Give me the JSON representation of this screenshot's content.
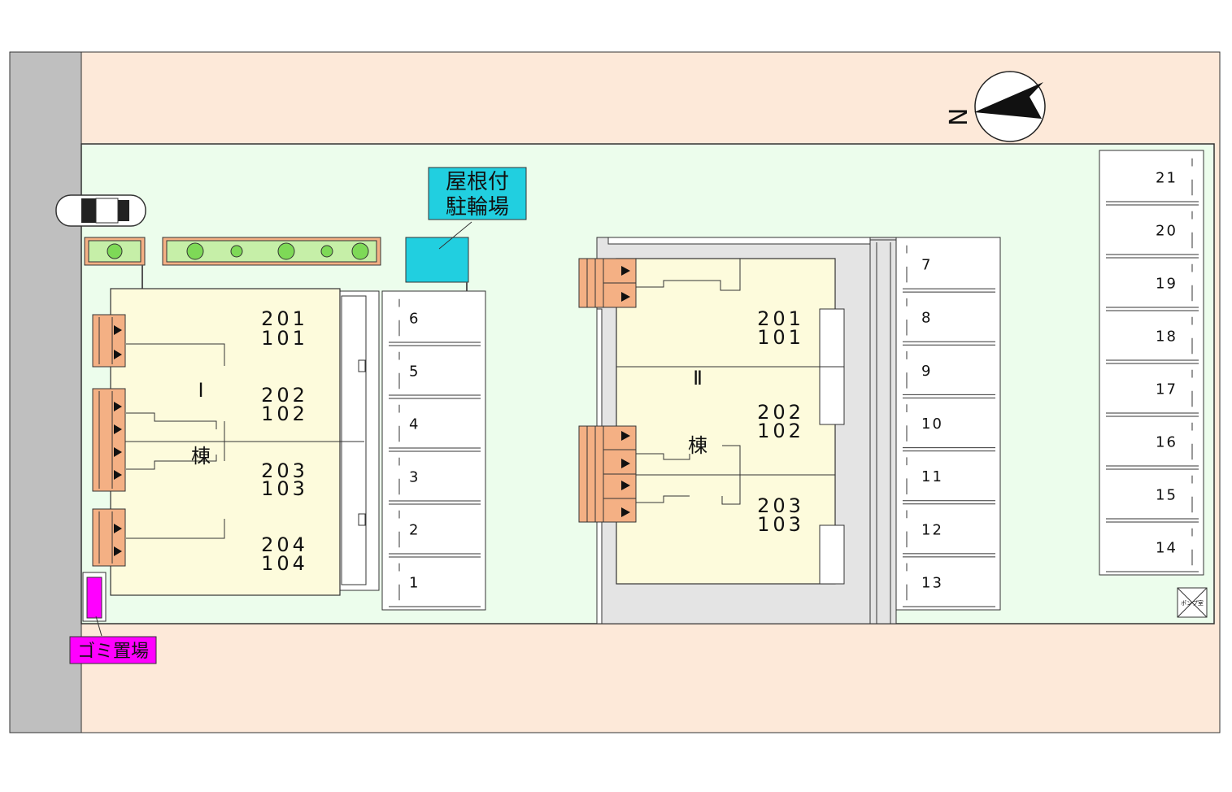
{
  "compass": {
    "label": "N"
  },
  "bike_parking": {
    "line1": "屋根付",
    "line2": "駐輪場"
  },
  "garbage": {
    "label": "ゴミ置場"
  },
  "pump": {
    "label": "ポンプ室"
  },
  "building1": {
    "roman": "Ⅰ",
    "suffix": "棟",
    "units": [
      {
        "upper": "201",
        "lower": "101"
      },
      {
        "upper": "202",
        "lower": "102"
      },
      {
        "upper": "203",
        "lower": "103"
      },
      {
        "upper": "204",
        "lower": "104"
      }
    ]
  },
  "building2": {
    "roman": "Ⅱ",
    "suffix": "棟",
    "units": [
      {
        "upper": "201",
        "lower": "101"
      },
      {
        "upper": "202",
        "lower": "102"
      },
      {
        "upper": "203",
        "lower": "103"
      }
    ]
  },
  "parking_a": [
    "6",
    "5",
    "4",
    "3",
    "2",
    "1"
  ],
  "parking_b": [
    "7",
    "8",
    "9",
    "10",
    "11",
    "12",
    "13"
  ],
  "parking_c": [
    "21",
    "20",
    "19",
    "18",
    "17",
    "16",
    "15",
    "14"
  ],
  "colors": {
    "road": "#bfbfbf",
    "outer": "#fde9d9",
    "site": "#ecfdec",
    "building": "#fdfbdc",
    "entrance": "#f4b084",
    "bike": "#21cfe0",
    "garbage": "#ff00ff",
    "green": "#c6efa8"
  }
}
